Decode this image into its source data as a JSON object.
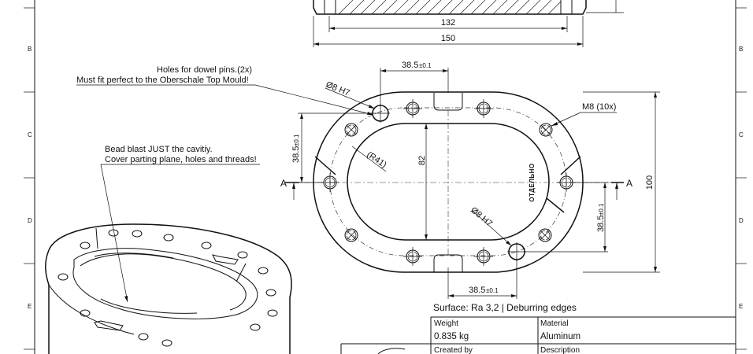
{
  "zones": [
    "B",
    "C",
    "D",
    "E"
  ],
  "top_view": {
    "dim_inner": "132",
    "dim_outer": "150"
  },
  "notes": {
    "dowel_line1": "Holes for dowel pins.(2x)",
    "dowel_line2": "Must fit perfect to the Oberschale Top Mould!",
    "bead_line1": "Bead blast JUST the cavitiy.",
    "bead_line2": "Cover parting plane, holes and threads!",
    "thread_callout": "M8 (10x)"
  },
  "dims": {
    "top_pitch": "38.5",
    "top_pitch_tol": "±0.1",
    "left_pitch": "38.5",
    "left_pitch_tol": "±0.1",
    "right_pitch": "38.5",
    "right_pitch_tol": "±0.1",
    "bottom_pitch": "38.5",
    "bottom_pitch_tol": "±0.1",
    "dowel_a": "Ø8 H7",
    "dowel_b": "Ø8 H7",
    "radius": "(R41)",
    "cavity": "82",
    "overall_height": "100",
    "section_left": "A",
    "section_right": "A",
    "engraving": "ОТДЕЛЬНО"
  },
  "title_block": {
    "surface": "Surface: Ra 3,2 | Deburring edges",
    "weight_label": "Weight",
    "weight_value": "0.835 kg",
    "material_label": "Material",
    "material_value": "Aluminum",
    "created_label": "Created by",
    "description_label": "Description"
  }
}
